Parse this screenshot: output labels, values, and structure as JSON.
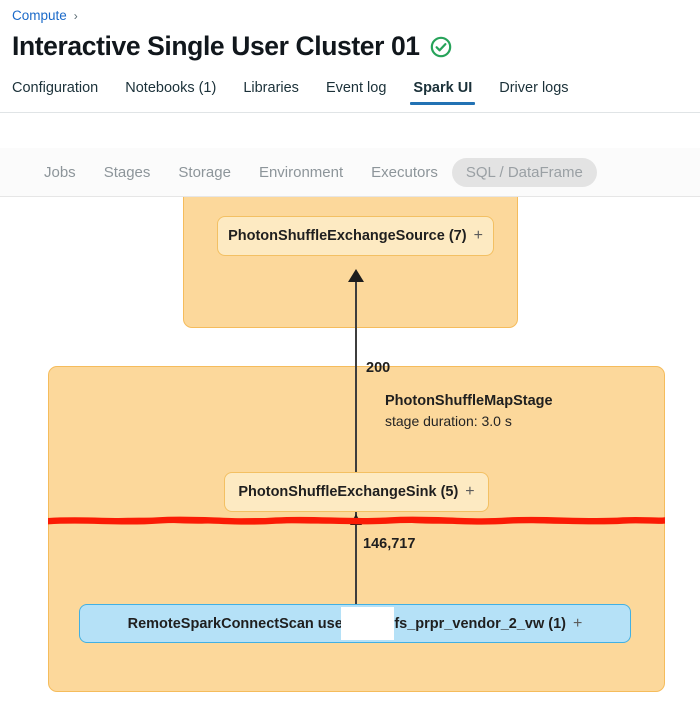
{
  "breadcrumb": {
    "root": "Compute",
    "separator": "›"
  },
  "header": {
    "title": "Interactive Single User Cluster 01",
    "status_icon": "green-check-circle-icon",
    "status_color": "#27a35a"
  },
  "tabs": [
    {
      "label": "Configuration",
      "active": false
    },
    {
      "label": "Notebooks (1)",
      "active": false
    },
    {
      "label": "Libraries",
      "active": false
    },
    {
      "label": "Event log",
      "active": false
    },
    {
      "label": "Spark UI",
      "active": true
    },
    {
      "label": "Driver logs",
      "active": false
    }
  ],
  "tab_accent": "#2272b4",
  "spark_nav": [
    {
      "label": "Jobs",
      "selected": false
    },
    {
      "label": "Stages",
      "selected": false
    },
    {
      "label": "Storage",
      "selected": false
    },
    {
      "label": "Environment",
      "selected": false
    },
    {
      "label": "Executors",
      "selected": false
    },
    {
      "label": "SQL / DataFrame",
      "selected": true
    }
  ],
  "plan": {
    "stage_colors": {
      "stage_fill": "#fcd89b",
      "stage_border": "#f5bc5c",
      "op_fill": "#fdeac2",
      "op_border": "#f3c063",
      "scan_fill": "#b5e1f7",
      "scan_border": "#42b0e3",
      "annotation": "#fb1b05"
    },
    "top_stage": {
      "node": {
        "label": "PhotonShuffleExchangeSource (7)",
        "expand": "+"
      }
    },
    "bottom_stage": {
      "name": "PhotonShuffleMapStage",
      "duration": "stage duration: 3.0 s",
      "sink_node": {
        "label": "PhotonShuffleExchangeSink (5)",
        "expand": "+"
      },
      "scan_node": {
        "label_before": "RemoteSparkConnectScan users.ja",
        "label_after": "nd.fs_prpr_vendor_2_vw (1)",
        "expand": "+",
        "redacted": true
      }
    },
    "edges": [
      {
        "label": "200"
      },
      {
        "label": "146,717"
      }
    ]
  }
}
